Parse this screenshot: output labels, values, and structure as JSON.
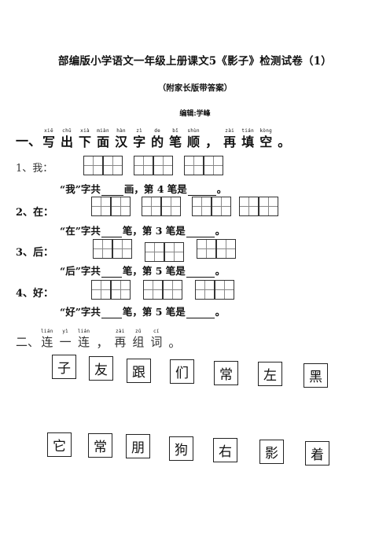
{
  "header": {
    "title": "部编版小学语文一年级上册课文5《影子》检测试卷（1）",
    "subtitle": "（附家长版带答案）",
    "editor": "编辑:学峰"
  },
  "section1": {
    "number": "一、",
    "chars": [
      {
        "py": "xiě",
        "hz": "写"
      },
      {
        "py": "chū",
        "hz": "出"
      },
      {
        "py": "xià",
        "hz": "下"
      },
      {
        "py": "miàn",
        "hz": "面"
      },
      {
        "py": "hàn",
        "hz": "汉"
      },
      {
        "py": "zì",
        "hz": "字"
      },
      {
        "py": "de",
        "hz": "的"
      },
      {
        "py": "bǐ",
        "hz": "笔"
      },
      {
        "py": "shùn",
        "hz": "顺"
      },
      {
        "py": "",
        "hz": "，"
      },
      {
        "py": "zài",
        "hz": "再"
      },
      {
        "py": "tián",
        "hz": "填"
      },
      {
        "py": "kòng",
        "hz": "空"
      },
      {
        "py": "",
        "hz": "。"
      }
    ],
    "questions": [
      {
        "label": "1、我：",
        "pre": "“我”字共",
        "mid": "画，第 4 笔是",
        "post": "。"
      },
      {
        "label": "2、在：",
        "pre": "“在”字共",
        "mid": "笔，第 3 笔是",
        "post": "。"
      },
      {
        "label": "3、后：",
        "pre": "“后”字共",
        "mid": "笔，第 5 笔是",
        "post": "。"
      },
      {
        "label": "4、好：",
        "pre": "“好”字共",
        "mid": "笔，第 5 笔是",
        "post": "。"
      }
    ]
  },
  "section2": {
    "number": "二、",
    "chars": [
      {
        "py": "lián",
        "hz": "连"
      },
      {
        "py": "yì",
        "hz": "一"
      },
      {
        "py": "lián",
        "hz": "连"
      },
      {
        "py": "",
        "hz": "，"
      },
      {
        "py": "zài",
        "hz": "再"
      },
      {
        "py": "zǔ",
        "hz": "组"
      },
      {
        "py": "cí",
        "hz": "词"
      },
      {
        "py": "",
        "hz": "。"
      }
    ],
    "row1": [
      "子",
      "友",
      "跟",
      "们",
      "常",
      "左",
      "黑"
    ],
    "row2": [
      "它",
      "常",
      "朋",
      "狗",
      "右",
      "影",
      "着"
    ]
  }
}
